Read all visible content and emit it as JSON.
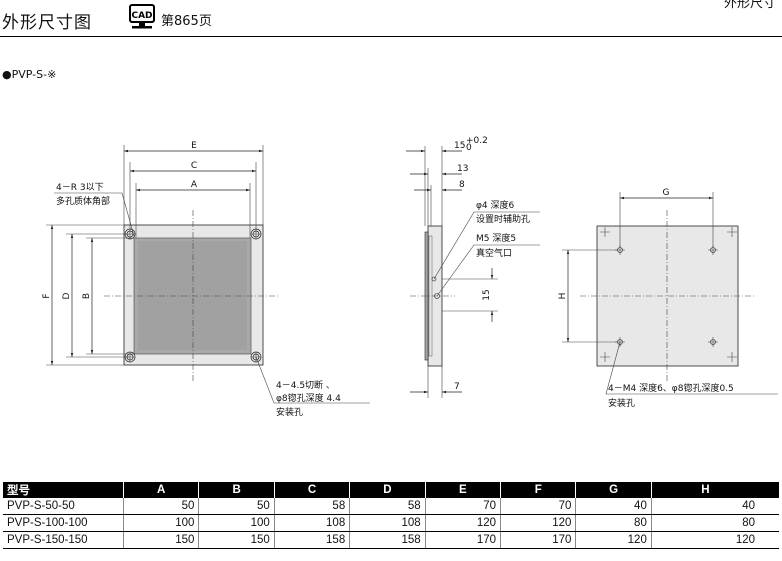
{
  "header": {
    "title": "外形尺寸图",
    "cad_label": "CAD",
    "cad_page_ref": "第865页",
    "right_partial": "外形尺寸"
  },
  "model_label": "●PVP-S-※",
  "dims": {
    "E": "E",
    "C": "C",
    "A": "A",
    "F": "F",
    "D": "D",
    "B": "B",
    "G": "G",
    "H": "H",
    "d15": "15",
    "d15_tol": "+0.2",
    "d15_tol2": "0",
    "d13": "13",
    "d8": "8",
    "d15b": "15",
    "d7": "7"
  },
  "callouts": {
    "corner_r_1": "4－R 3以下",
    "corner_r_2": "多孔质体角部",
    "aux_hole_1": "φ4 深度6",
    "aux_hole_2": "设置时辅助孔",
    "vac_port_1": "M5 深度5",
    "vac_port_2": "真空气口",
    "mount_hole_1": "4－4.5切断 、",
    "mount_hole_2": "φ8锪孔深度  4.4",
    "mount_hole_3": "安装孔",
    "m4_hole_1": "4－M4 深度6、φ8锪孔深度0.5",
    "m4_hole_2": "安装孔"
  },
  "table": {
    "headers": [
      "型号",
      "A",
      "B",
      "C",
      "D",
      "E",
      "F",
      "G",
      "H"
    ],
    "rows": [
      [
        "PVP-S-50-50",
        "50",
        "50",
        "58",
        "58",
        "70",
        "70",
        "40",
        "40"
      ],
      [
        "PVP-S-100-100",
        "100",
        "100",
        "108",
        "108",
        "120",
        "120",
        "80",
        "80"
      ],
      [
        "PVP-S-150-150",
        "150",
        "150",
        "158",
        "158",
        "170",
        "170",
        "120",
        "120"
      ]
    ]
  }
}
